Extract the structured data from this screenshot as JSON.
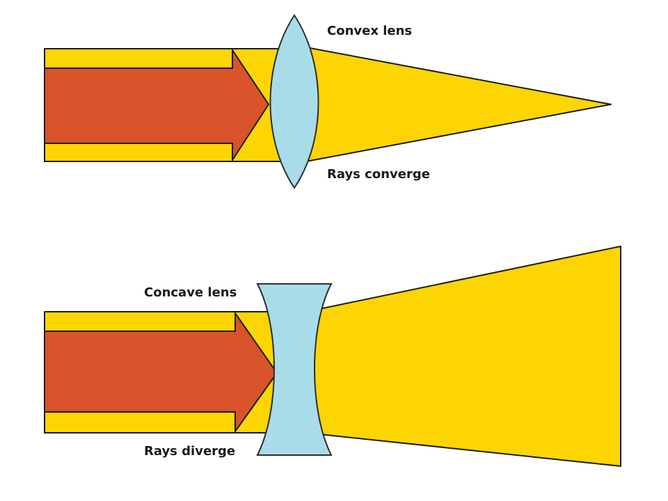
{
  "colors": {
    "beam": "#FCD503",
    "beam_outline": "#1a1a1a",
    "arrow": "#D9532B",
    "lens": "#A9DDEA",
    "lens_outline": "#2a2a2a",
    "background": "#ffffff"
  },
  "convex": {
    "lens_label": "Convex lens",
    "caption": "Rays converge"
  },
  "concave": {
    "lens_label": "Concave lens",
    "caption": "Rays diverge"
  }
}
